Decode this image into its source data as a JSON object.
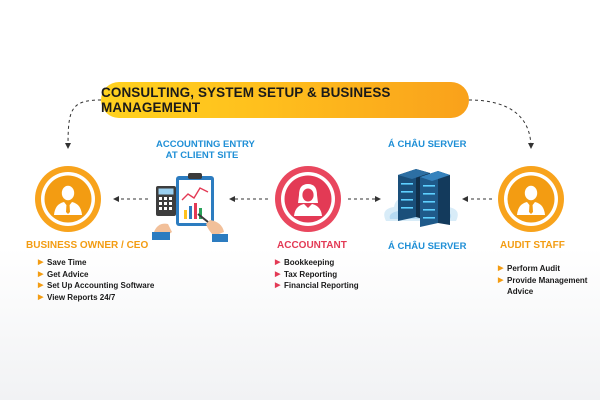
{
  "banner": {
    "text": "CONSULTING, SYSTEM SETUP & BUSINESS MANAGEMENT"
  },
  "nodes": {
    "owner": {
      "label": "BUSINESS OWNER / CEO",
      "icon": "businessman-icon",
      "bullets": [
        "Save Time",
        "Get Advice",
        "Set Up Accounting Software",
        "View Reports 24/7"
      ]
    },
    "entry": {
      "label_line1": "ACCOUNTING ENTRY",
      "label_line2": "AT CLIENT SITE",
      "icon": "clipboard-calculator-icon"
    },
    "accountant": {
      "label": "ACCOUNTANT",
      "icon": "female-user-icon",
      "bullets": [
        "Bookkeeping",
        "Tax Reporting",
        "Financial Reporting"
      ]
    },
    "server": {
      "label_top": "Á CHÂU SERVER",
      "label_bottom": "Á CHÂU SERVER",
      "icon": "server-cloud-icon"
    },
    "audit": {
      "label": "AUDIT STAFF",
      "icon": "businessman-icon",
      "bullets": [
        "Perform Audit",
        "Provide Management",
        "Advice"
      ]
    }
  },
  "colors": {
    "orange": "#f39c12",
    "red": "#e33a55",
    "blue": "#1f8fd6",
    "banner": "#ffc21d"
  }
}
